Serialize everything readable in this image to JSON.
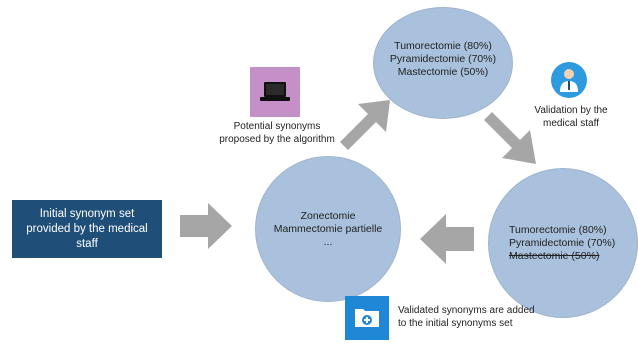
{
  "initial_set": {
    "label": "Initial synonym set provided by the medical staff"
  },
  "left_circle": {
    "lines": [
      "Zonectomie",
      "Mammectomie partielle",
      "..."
    ]
  },
  "top_circle": {
    "lines": [
      "Tumorectomie (80%)",
      "Pyramidectomie (70%)",
      "Mastectomie (50%)"
    ]
  },
  "right_circle": {
    "lines": [
      "Tumorectomie (80%)",
      "Pyramidectomie (70%)",
      "Mastectomie (50%)"
    ],
    "struck_index": 2
  },
  "algorithm_caption": {
    "line1": "Potential synonyms",
    "line2": "proposed by the algorithm"
  },
  "validation_caption": {
    "line1": "Validation by the",
    "line2": "medical staff"
  },
  "added_caption": {
    "line1": "Validated synonyms are added",
    "line2": "to the initial synonyms set"
  },
  "colors": {
    "box": "#1f4e79",
    "circle": "#a9c1dc",
    "arrow": "#a6a6a6",
    "laptop_bg": "#c58fc7",
    "icon_blue": "#1e88d6"
  },
  "icons": [
    "laptop-icon",
    "doctor-icon",
    "folder-add-icon"
  ]
}
